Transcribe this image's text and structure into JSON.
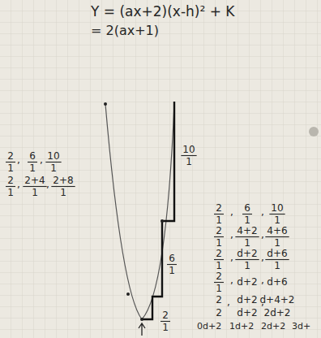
{
  "diagram": {
    "labels": [
      "Y = (ax+2)(x-h)² + K",
      "= 2(ax+1)",
      "2",
      "1",
      ",",
      "6",
      "1",
      ",",
      "10",
      "1",
      "2",
      "1",
      ",",
      "2+4",
      "1",
      ",",
      "2+8",
      "1",
      "10",
      "1",
      "6",
      "1",
      "2",
      "1",
      "2",
      "1",
      ",",
      "6",
      "1",
      ",",
      "10",
      "1",
      "2",
      "1",
      ",",
      "4+2",
      "1",
      ",",
      "4+6",
      "1",
      "2",
      "1",
      ",",
      "d+2",
      "1",
      ",",
      "d+6",
      "1",
      "2",
      "1",
      ",",
      "d+2",
      ",",
      "d+6",
      "2",
      ",",
      "d+2",
      ",",
      "d+4+2",
      "2",
      "d+2",
      "2d+2",
      "0d+2",
      "1d+2",
      "2d+2",
      "3d+"
    ]
  }
}
